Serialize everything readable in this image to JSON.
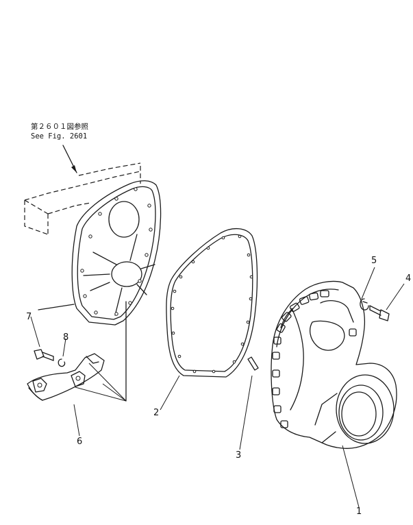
{
  "reference": {
    "line1": "第２６０１図参照",
    "line2": "See Fig. 2601"
  },
  "callouts": [
    "1",
    "2",
    "3",
    "4",
    "5",
    "6",
    "7",
    "8"
  ]
}
